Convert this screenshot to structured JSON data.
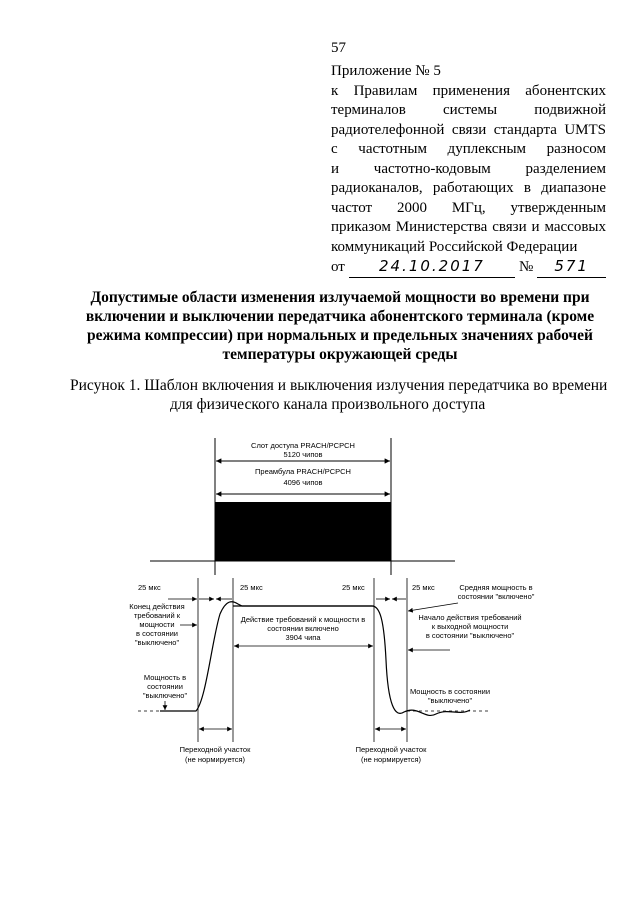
{
  "page_number": "57",
  "appendix": {
    "title": "Приложение № 5",
    "lines": [
      "к Правилам применения абонентских",
      "терминалов системы подвижной",
      "радиотелефонной связи стандарта UMTS",
      "с частотным дуплексным разносом",
      "и частотно-кодовым разделением",
      "радиоканалов, работающих в диапазоне",
      "частот 2000 МГц, утвержденным",
      "приказом Министерства связи и массовых",
      "коммуникаций Российской Федерации"
    ],
    "date_prefix": "от",
    "date_value": "24.10.2017",
    "number_prefix": "№",
    "number_value": "571"
  },
  "heading": "Допустимые области изменения излучаемой мощности во времени при включении и выключении передатчика абонентского терминала (кроме режима компрессии) при нормальных и предельных значениях рабочей температуры окружающей среды",
  "figure_caption": {
    "line1": "Рисунок 1. Шаблон включения и выключения излучения передатчика во времени",
    "line2": "для физического канала произвольного доступа"
  },
  "diagram": {
    "slot_label": "Слот доступа PRACH/PCPCH",
    "slot_chips": "5120 чипов",
    "preamble_label": "Преамбула PRACH/PCPCH",
    "preamble_chips": "4096 чипов",
    "t_25_a": "25 мкс",
    "t_25_b": "25 мкс",
    "t_25_c": "25 мкс",
    "t_25_d": "25 мкс",
    "avg_power_1": "Средняя мощность в",
    "avg_power_2": "состоянии \"включено\"",
    "end_off_1": "Конец действия",
    "end_off_2": "требований к",
    "end_off_3": "мощности",
    "end_off_4": "в состоянии",
    "end_off_5": "\"выключено\"",
    "on_req_1": "Действие требований к мощности в",
    "on_req_2": "состоянии включено",
    "on_req_3": "3904 чипа",
    "start_off_1": "Начало действия требований",
    "start_off_2": "к выходной мощности",
    "start_off_3": "в состоянии \"выключено\"",
    "power_off_left_1": "Мощность в",
    "power_off_left_2": "состоянии",
    "power_off_left_3": "\"выключено\"",
    "power_off_right_1": "Мощность в состоянии",
    "power_off_right_2": "\"выключено\"",
    "transition_1": "Переходной участок",
    "transition_2": "(не нормируется)"
  }
}
